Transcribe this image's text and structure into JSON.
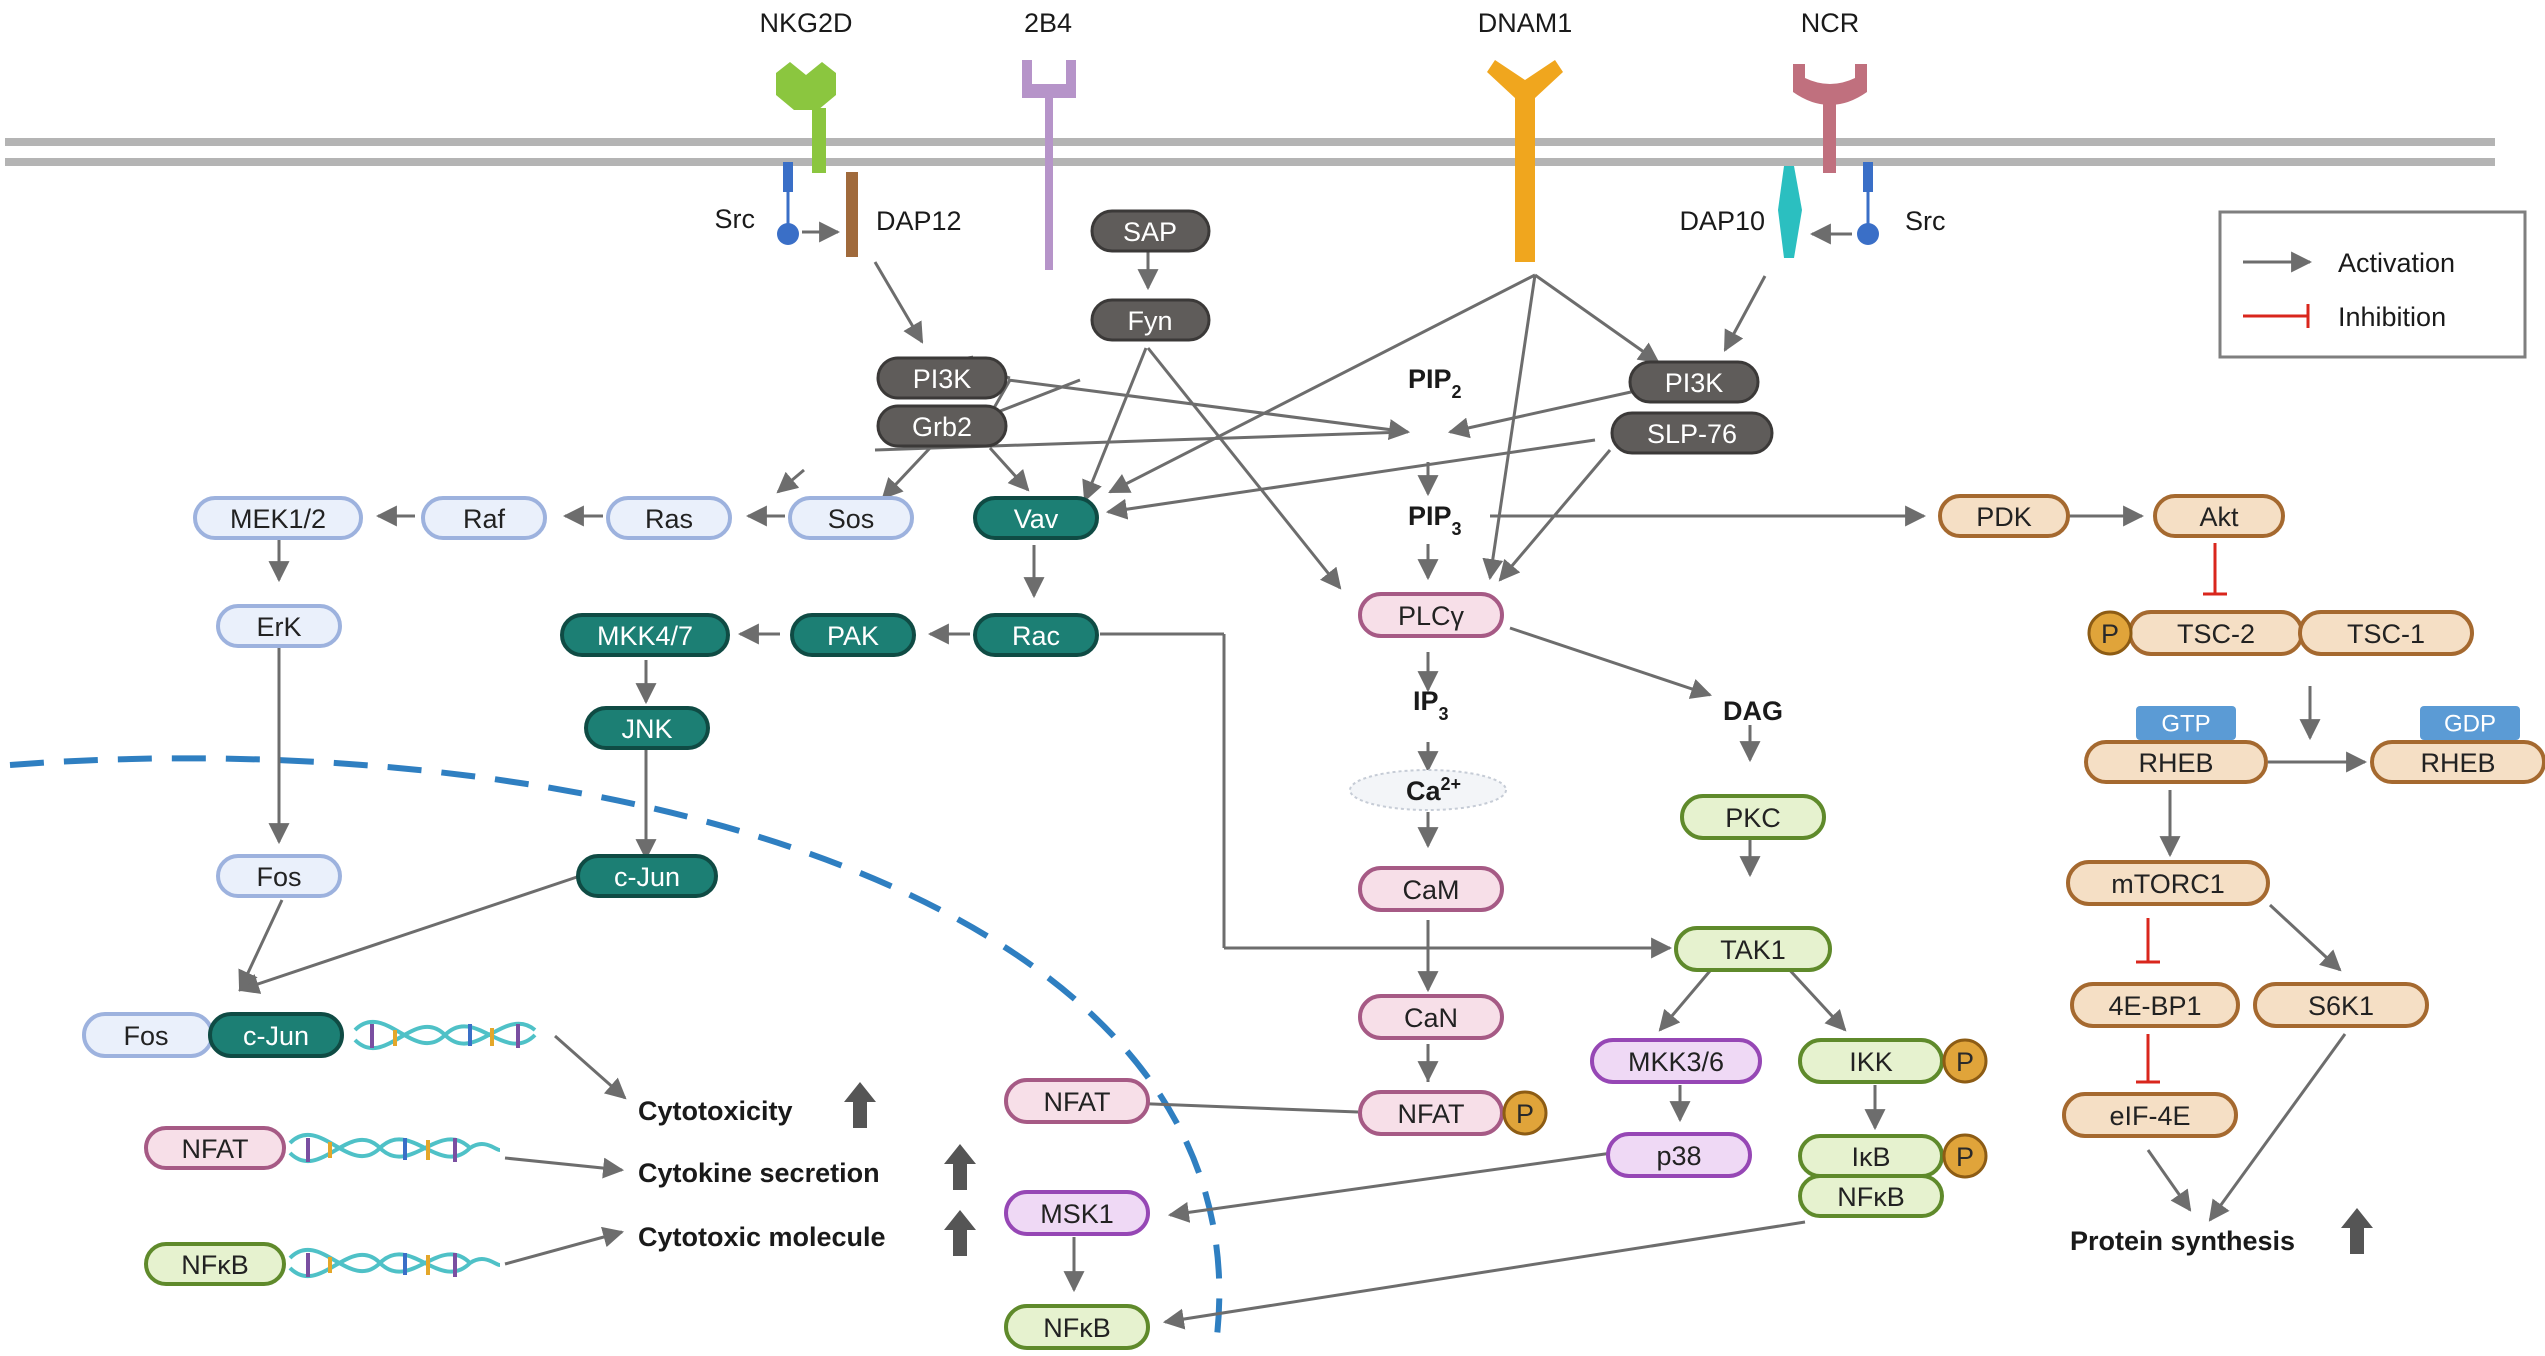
{
  "receptors": {
    "nkg2d": "NKG2D",
    "b4": "2B4",
    "dnam1": "DNAM1",
    "ncr": "NCR"
  },
  "adaptors": {
    "src_left": "Src",
    "dap12": "DAP12",
    "dap10": "DAP10",
    "src_right": "Src"
  },
  "legend": {
    "activation": "Activation",
    "inhibition": "Inhibition"
  },
  "colors": {
    "arrow": "#6d6d6d",
    "inhibition": "#d9261c",
    "nucleus_border": "#2f7fc1",
    "membrane": "#b4b4b4"
  },
  "nodes": {
    "sap": "SAP",
    "fyn": "Fyn",
    "pi3k_left": "PI3K",
    "grb2": "Grb2",
    "sos": "Sos",
    "ras": "Ras",
    "raf": "Raf",
    "mek12": "MEK1/2",
    "erk": "ErK",
    "fos_mid": "Fos",
    "fos_bottom": "Fos",
    "cjun_bottom": "c-Jun",
    "vav": "Vav",
    "rac": "Rac",
    "pak": "PAK",
    "mkk47": "MKK4/7",
    "jnk": "JNK",
    "cjun_mid": "c-Jun",
    "pi3k_right": "PI3K",
    "slp76": "SLP-76",
    "plcg": "PLCγ",
    "cam": "CaM",
    "can": "CaN",
    "nfat_cyto": "NFAT",
    "nfat_nuc": "NFAT",
    "pkc": "PKC",
    "tak1": "TAK1",
    "mkk36": "MKK3/6",
    "p38": "p38",
    "ikk": "IKK",
    "ikb": "IκB",
    "nfkb_cyto": "NFκB",
    "msk1": "MSK1",
    "nfkb_nuc": "NFκB",
    "nfat_gene": "NFAT",
    "nfkb_gene": "NFκB",
    "pdk": "PDK",
    "akt": "Akt",
    "tsc2": "TSC-2",
    "tsc1": "TSC-1",
    "rheb_gtp": "RHEB",
    "rheb_gdp": "RHEB",
    "gtp": "GTP",
    "gdp": "GDP",
    "mtorc1": "mTORC1",
    "ebp1": "4E-BP1",
    "s6k1": "S6K1",
    "eif4e": "eIF-4E",
    "p": "P"
  },
  "molecules": {
    "pip2_base": "PIP",
    "pip2_sub": "2",
    "pip3_base": "PIP",
    "pip3_sub": "3",
    "ip3_base": "IP",
    "ip3_sub": "3",
    "dag": "DAG",
    "ca_base": "Ca",
    "ca_sup": "2+"
  },
  "outcomes": {
    "cytotoxicity": "Cytotoxicity",
    "cytokine": "Cytokine secretion",
    "cytotoxic_molecule": "Cytotoxic molecule",
    "protein_synthesis": "Protein synthesis"
  }
}
